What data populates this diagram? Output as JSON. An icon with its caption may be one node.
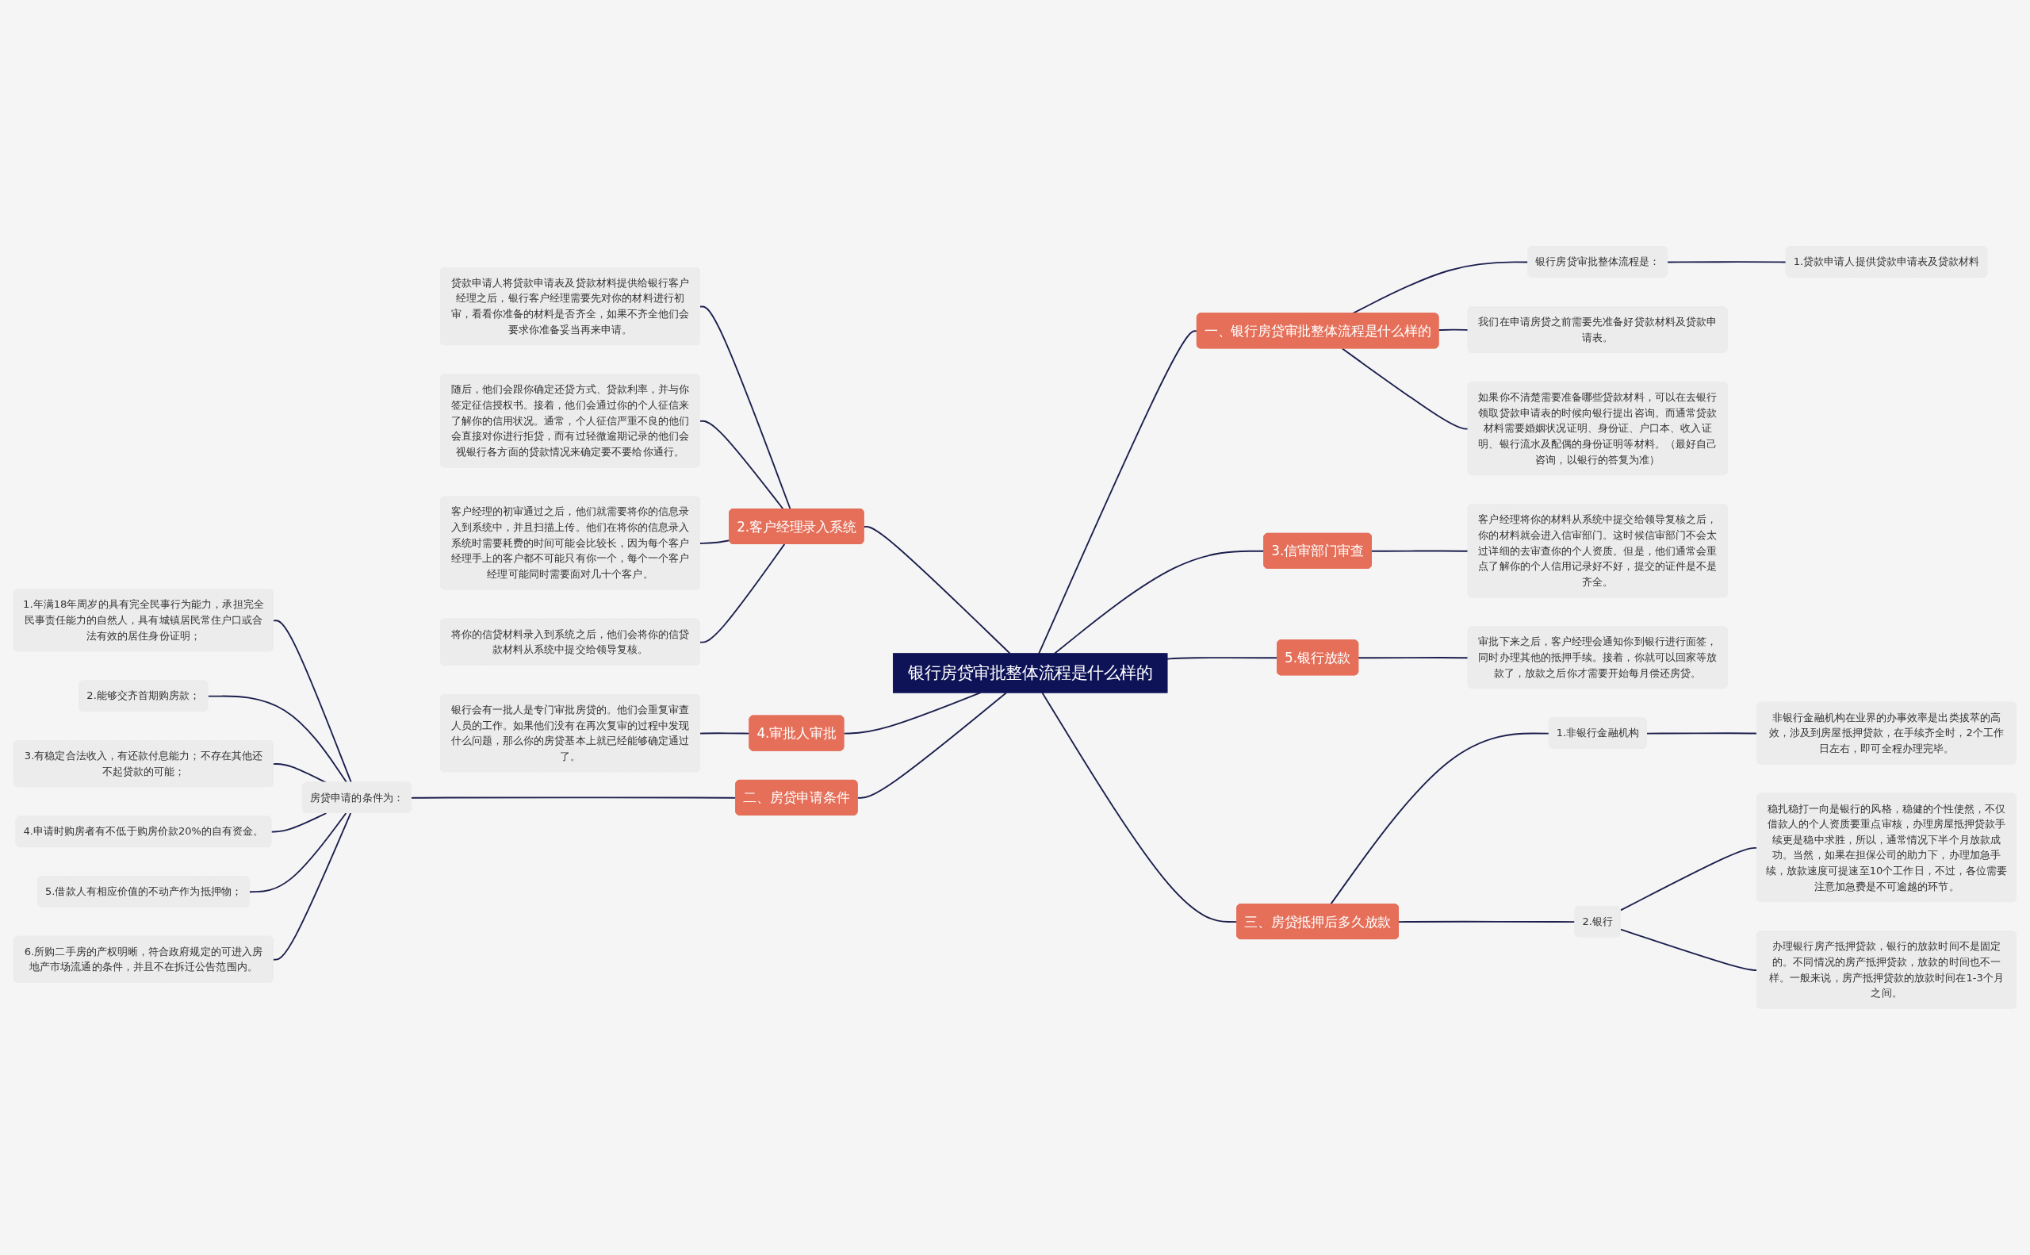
{
  "diagram": {
    "nodes": [
      {
        "text": [
          "银行房贷审批整体流程是什么样的"
        ]
      },
      {
        "text": [
          "一、银行房贷审批整体流程是什么样的"
        ]
      },
      {
        "text": [
          "银行房贷审批整体流程是："
        ]
      },
      {
        "text": [
          "1.贷款申请人提供贷款申请表及贷款材料"
        ]
      },
      {
        "text": [
          "我们在申请房贷之前需要先准备好贷款材料及贷款申请表。"
        ]
      },
      {
        "text": [
          "如果你不清楚需要准备哪些贷款材料，可以在去银行领取贷款申请表的时候向银行提出咨询。而通常贷款材料需要婚姻状况证明、身份证、户口本、收入证明、银行流水及配偶的身份证明等材料。（最好自己咨询，以银行的答复为准）"
        ]
      },
      {
        "text": [
          "3.信审部门审查"
        ]
      },
      {
        "text": [
          "客户经理将你的材料从系统中提交给领导复核之后，你的材料就会进入信审部门。这时候信审部门不会太过详细的去审查你的个人资质。但是，他们通常会重点了解你的个人信用记录好不好，提交的证件是不是齐全。"
        ]
      },
      {
        "text": [
          "5.银行放款"
        ]
      },
      {
        "text": [
          "审批下来之后，客户经理会通知你到银行进行面签，同时办理其他的抵押手续。接着，你就可以回家等放款了，放款之后你才需要开始每月偿还房贷。"
        ]
      },
      {
        "text": [
          "三、房贷抵押后多久放款"
        ]
      },
      {
        "text": [
          "1.非银行金融机构"
        ]
      },
      {
        "text": [
          "非银行金融机构在业界的办事效率是出类拔萃的高效，涉及到房屋抵押贷款，在手续齐全时，2个工作日左右，即可全程办理完毕。"
        ]
      },
      {
        "text": [
          "2.银行"
        ]
      },
      {
        "text": [
          "稳扎稳打一向是银行的风格，稳健的个性使然，不仅借款人的个人资质要重点审核，办理房屋抵押贷款手续更是稳中求胜，所以，通常情况下半个月放款成功。当然，如果在担保公司的助力下，办理加急手续，放款速度可提速至10个工作日，不过，各位需要注意加急费是不可逾越的环节。"
        ]
      },
      {
        "text": [
          "办理银行房产抵押贷款，银行的放款时间不是固定的。不同情况的房产抵押贷款，放款的时间也不一样。一般来说，房产抵押贷款的放款时间在1-3个月之间。"
        ]
      },
      {
        "text": [
          "2.客户经理录入系统"
        ]
      },
      {
        "text": [
          "贷款申请人将贷款申请表及贷款材料提供给银行客户经理之后，银行客户经理需要先对你的材料进行初审，看看你准备的材料是否齐全，如果不齐全他们会要求你准备妥当再来申请。"
        ]
      },
      {
        "text": [
          "随后，他们会跟你确定还贷方式、贷款利率，并与你签定征信授权书。接着，他们会通过你的个人征信来了解你的信用状况。通常，个人征信严重不良的他们会直接对你进行拒贷，而有过轻微逾期记录的他们会视银行各方面的贷款情况来确定要不要给你通行。"
        ]
      },
      {
        "text": [
          "客户经理的初审通过之后，他们就需要将你的信息录入到系统中，并且扫描上传。他们在将你的信息录入系统时需要耗费的时间可能会比较长，因为每个客户经理手上的客户都不可能只有你一个，每个一个客户经理可能同时需要面对几十个客户。"
        ]
      },
      {
        "text": [
          "将你的信贷材料录入到系统之后，他们会将你的信贷款材料从系统中提交给领导复核。"
        ]
      },
      {
        "text": [
          "4.审批人审批"
        ]
      },
      {
        "text": [
          "银行会有一批人是专门审批房贷的。他们会重复审查人员的工作。如果他们没有在再次复审的过程中发现什么问题，那么你的房贷基本上就已经能够确定通过了。"
        ]
      },
      {
        "text": [
          "二、房贷申请条件"
        ]
      },
      {
        "text": [
          "房贷申请的条件为："
        ]
      },
      {
        "text": [
          "1.年满18年周岁的具有完全民事行为能力，承担完全民事责任能力的自然人，具有城镇居民常住户口或合法有效的居住身份证明；"
        ]
      },
      {
        "text": [
          "2.能够交齐首期购房款；"
        ]
      },
      {
        "text": [
          "3.有稳定合法收入，有还款付息能力；不存在其他还不起贷款的可能；"
        ]
      },
      {
        "text": [
          "4.申请时购房者有不低于购房价款20%的自有资金。"
        ]
      },
      {
        "text": [
          "5.借款人有相应价值的不动产作为抵押物；"
        ]
      },
      {
        "text": [
          "6.所购二手房的产权明晰，符合政府规定的可进入房地产市场流通的条件，并且不在拆迁公告范围内。"
        ]
      }
    ],
    "edges": [
      {
        "from": 0,
        "to": 1,
        "arrow": "none"
      },
      {
        "from": 1,
        "to": 2,
        "arrow": "none"
      },
      {
        "from": 2,
        "to": 3,
        "arrow": "none"
      },
      {
        "from": 1,
        "to": 4,
        "arrow": "none"
      },
      {
        "from": 1,
        "to": 5,
        "arrow": "none"
      },
      {
        "from": 0,
        "to": 6,
        "arrow": "none"
      },
      {
        "from": 6,
        "to": 7,
        "arrow": "none"
      },
      {
        "from": 0,
        "to": 8,
        "arrow": "none"
      },
      {
        "from": 8,
        "to": 9,
        "arrow": "none"
      },
      {
        "from": 0,
        "to": 10,
        "arrow": "none"
      },
      {
        "from": 10,
        "to": 11,
        "arrow": "none"
      },
      {
        "from": 11,
        "to": 12,
        "arrow": "none"
      },
      {
        "from": 10,
        "to": 13,
        "arrow": "none"
      },
      {
        "from": 13,
        "to": 14,
        "arrow": "none"
      },
      {
        "from": 13,
        "to": 15,
        "arrow": "none"
      },
      {
        "from": 0,
        "to": 16,
        "arrow": "none"
      },
      {
        "from": 16,
        "to": 17,
        "arrow": "none"
      },
      {
        "from": 16,
        "to": 18,
        "arrow": "none"
      },
      {
        "from": 16,
        "to": 19,
        "arrow": "none"
      },
      {
        "from": 16,
        "to": 20,
        "arrow": "none"
      },
      {
        "from": 0,
        "to": 21,
        "arrow": "none"
      },
      {
        "from": 21,
        "to": 22,
        "arrow": "none"
      },
      {
        "from": 0,
        "to": 23,
        "arrow": "none"
      },
      {
        "from": 23,
        "to": 24,
        "arrow": "none"
      },
      {
        "from": 24,
        "to": 25,
        "arrow": "none"
      },
      {
        "from": 24,
        "to": 26,
        "arrow": "none"
      },
      {
        "from": 24,
        "to": 27,
        "arrow": "none"
      },
      {
        "from": 24,
        "to": 28,
        "arrow": "none"
      },
      {
        "from": 24,
        "to": 29,
        "arrow": "none"
      },
      {
        "from": 24,
        "to": 30,
        "arrow": "none"
      }
    ]
  }
}
